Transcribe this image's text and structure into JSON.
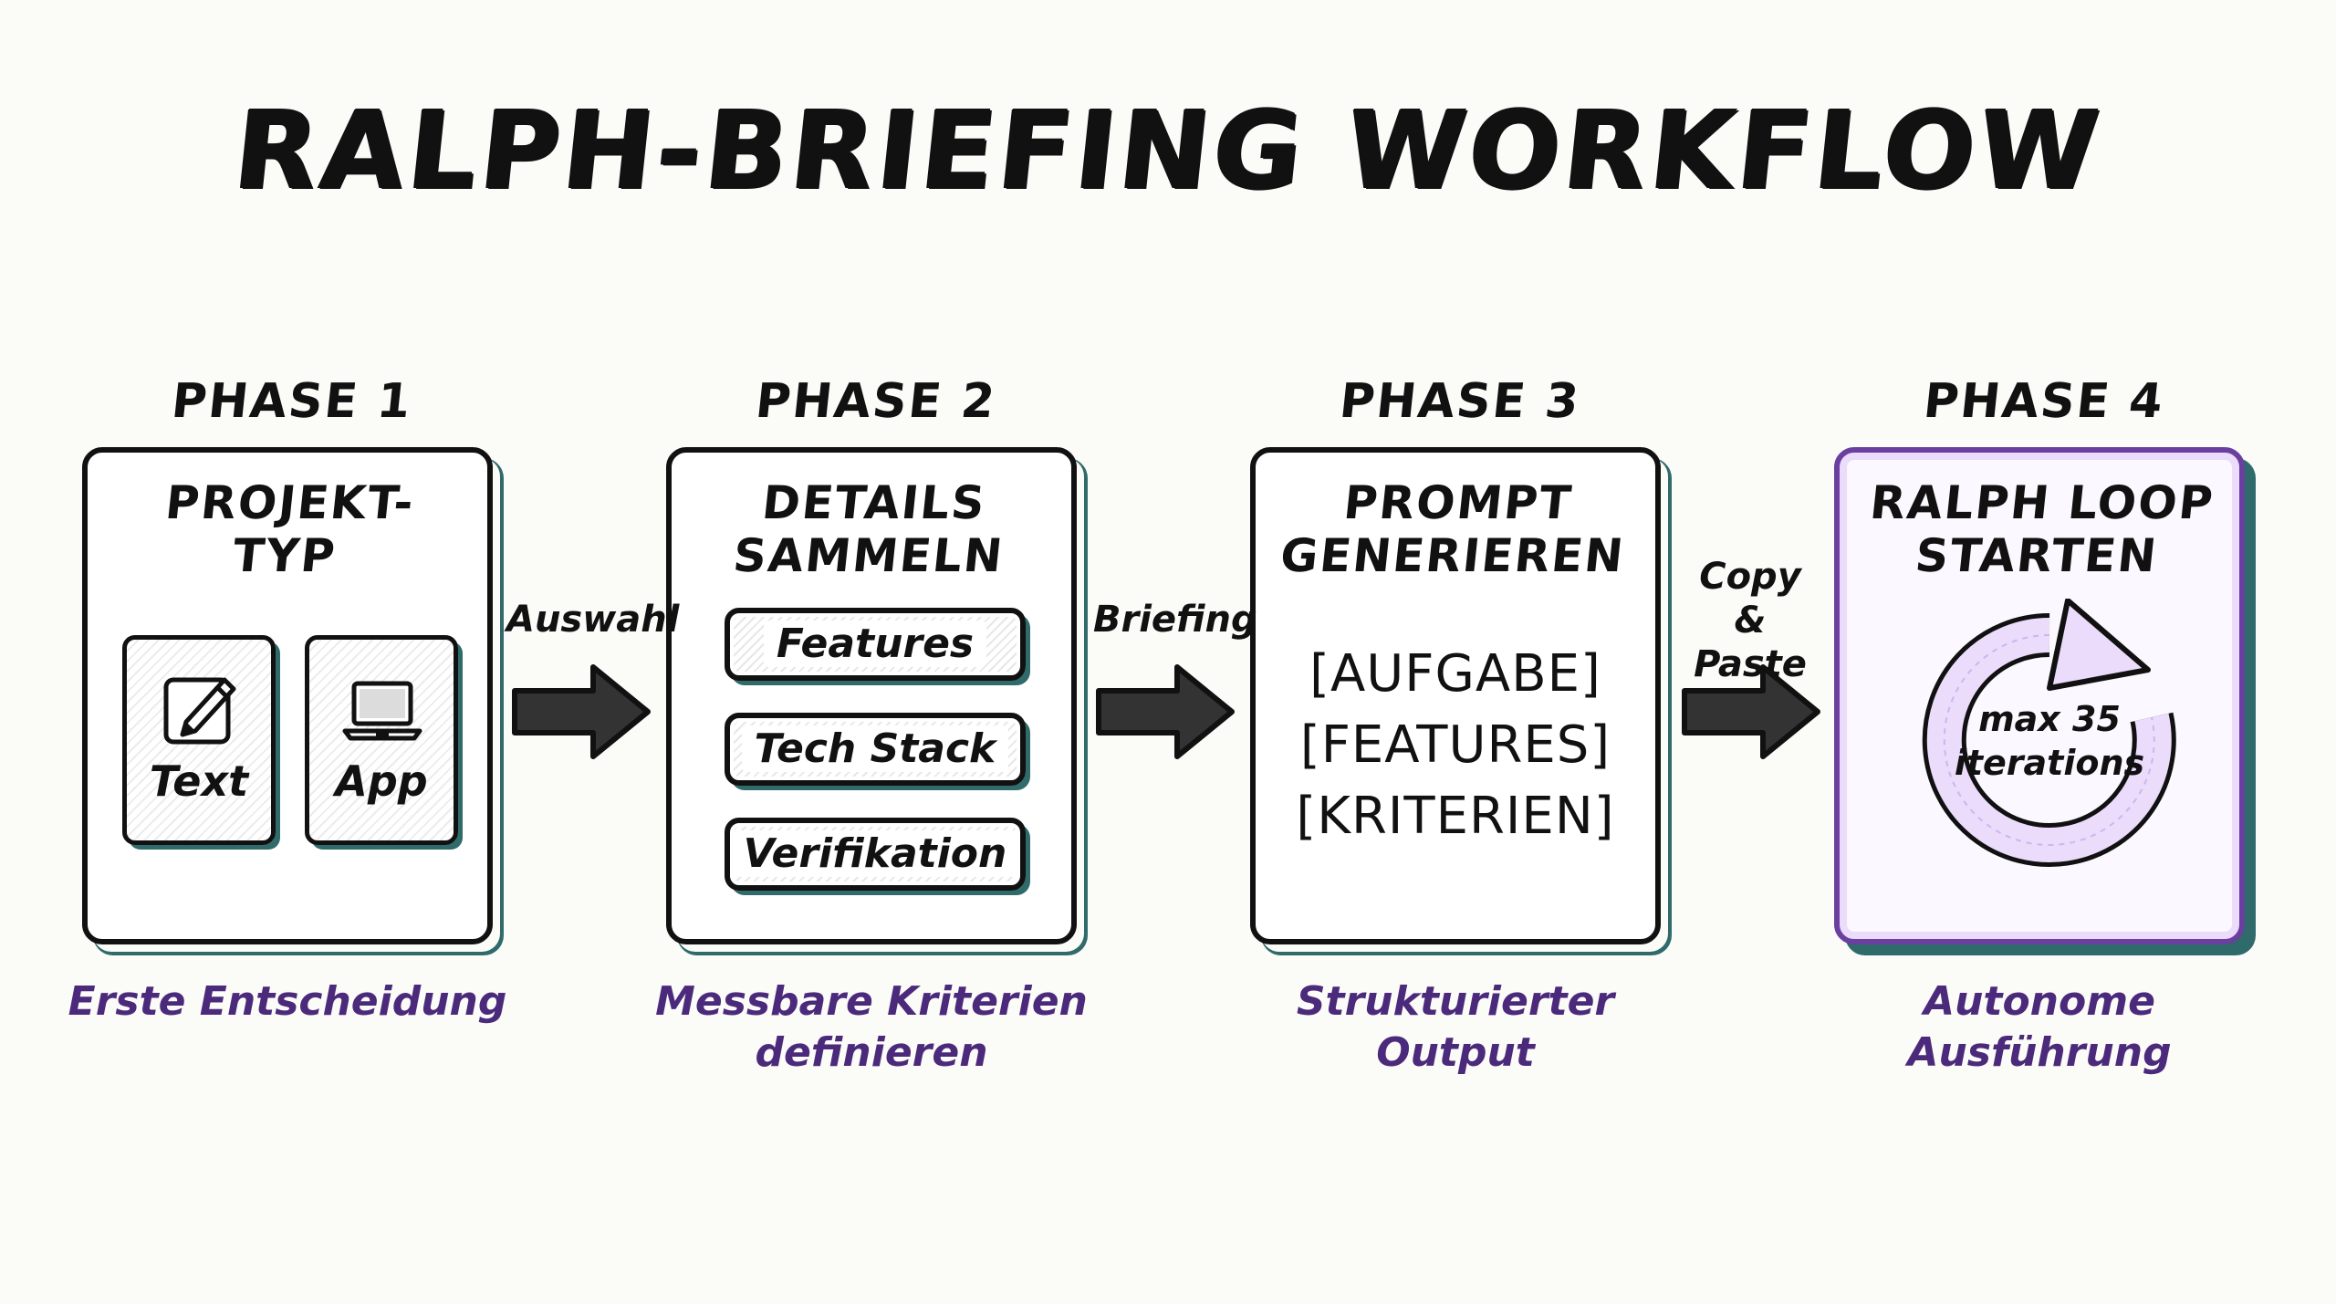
{
  "title": "RALPH-BRIEFING WORKFLOW",
  "colors": {
    "ink": "#111111",
    "accent_purple": "#6b3fa0",
    "caption_purple": "#4b2a7b",
    "shadow_teal": "#2f6b6a",
    "loop_fill": "#ebdcfb",
    "background": "#fbfbf8"
  },
  "phases": [
    {
      "label": "PHASE 1",
      "title_lines": [
        "PROJEKT-",
        "TYP"
      ],
      "options": [
        {
          "label": "Text",
          "icon": "pencil-note-icon"
        },
        {
          "label": "App",
          "icon": "laptop-icon"
        }
      ],
      "caption_lines": [
        "Erste Entscheidung"
      ]
    },
    {
      "label": "PHASE 2",
      "title_lines": [
        "DETAILS",
        "SAMMELN"
      ],
      "items": [
        "Features",
        "Tech Stack",
        "Verifikation"
      ],
      "caption_lines": [
        "Messbare Kriterien",
        "definieren"
      ]
    },
    {
      "label": "PHASE 3",
      "title_lines": [
        "PROMPT",
        "GENERIEREN"
      ],
      "placeholders": [
        "[AUFGABE]",
        "[FEATURES]",
        "[KRITERIEN]"
      ],
      "caption_lines": [
        "Strukturierter",
        "Output"
      ]
    },
    {
      "label": "PHASE 4",
      "title_lines": [
        "RALPH LOOP",
        "STARTEN"
      ],
      "loop_text_lines": [
        "max 35",
        "iterations"
      ],
      "loop_icon": "circular-arrow-icon",
      "caption_lines": [
        "Autonome",
        "Ausführung"
      ]
    }
  ],
  "arrows": [
    {
      "label_lines": [
        "Auswahl"
      ]
    },
    {
      "label_lines": [
        "Briefing"
      ]
    },
    {
      "label_lines": [
        "Copy &",
        "Paste"
      ]
    }
  ]
}
